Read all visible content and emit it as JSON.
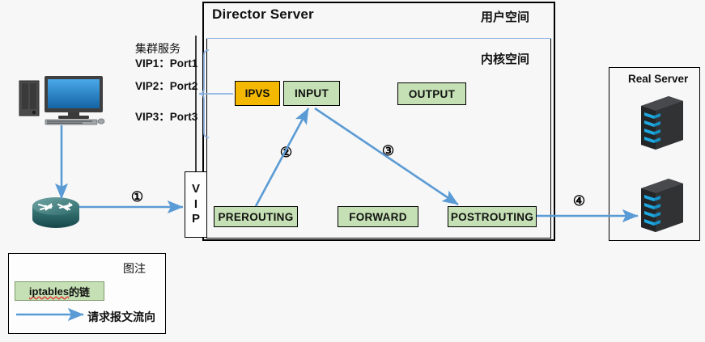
{
  "director": {
    "title": "Director Server",
    "user_space_label": "用户空间",
    "kernel_space_label": "内核空间"
  },
  "cluster_service": {
    "title": "集群服务",
    "entries": [
      "VIP1：Port1",
      "VIP2：Port2",
      "VIP3：Port3"
    ]
  },
  "vip_interface": {
    "letters": [
      "V",
      "I",
      "P"
    ]
  },
  "chains": {
    "ipvs": "IPVS",
    "input": "INPUT",
    "output": "OUTPUT",
    "prerouting": "PREROUTING",
    "forward": "FORWARD",
    "postrouting": "POSTROUTING"
  },
  "real_server": {
    "title": "Real Server"
  },
  "steps": {
    "one": "①",
    "two": "②",
    "three": "③",
    "four": "④"
  },
  "legend": {
    "title": "图注",
    "chain_swatch_prefix": "iptables",
    "chain_swatch_suffix": "的链",
    "flow_label": "请求报文流向"
  },
  "colors": {
    "chain_green": "#c5e0b4",
    "ipvs_orange": "#f5b800",
    "flow_blue": "#5b9bd5",
    "brace_blue": "#8eb4e3",
    "background": "#f7f7f7"
  }
}
